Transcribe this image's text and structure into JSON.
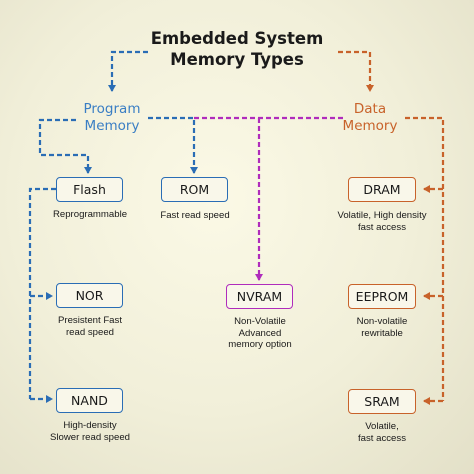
{
  "title": {
    "line1": "Embedded System",
    "line2": "Memory Types"
  },
  "categories": {
    "program": {
      "line1": "Program",
      "line2": "Memory"
    },
    "data": {
      "line1": "Data",
      "line2": "Memory"
    }
  },
  "program_items": [
    {
      "label": "Flash",
      "desc1": "Reprogrammable",
      "desc2": ""
    },
    {
      "label": "NOR",
      "desc1": "Presistent Fast",
      "desc2": "read speed"
    },
    {
      "label": "NAND",
      "desc1": "High-density",
      "desc2": "Slower read speed"
    }
  ],
  "rom": {
    "label": "ROM",
    "desc1": "Fast read speed"
  },
  "nvram": {
    "label": "NVRAM",
    "desc1": "Non-Volatile",
    "desc2": "Advanced",
    "desc3": "memory option"
  },
  "data_items": [
    {
      "label": "DRAM",
      "desc1": "Volatile, High density",
      "desc2": "fast access"
    },
    {
      "label": "EEPROM",
      "desc1": "Non-volatile",
      "desc2": "rewritable"
    },
    {
      "label": "SRAM",
      "desc1": "Volatile,",
      "desc2": "fast access"
    }
  ],
  "colors": {
    "program": "#2a6db5",
    "data": "#c8622a",
    "nvram": "#b02cbc",
    "program_text": "#3a7ec4",
    "data_text": "#c8622a"
  }
}
